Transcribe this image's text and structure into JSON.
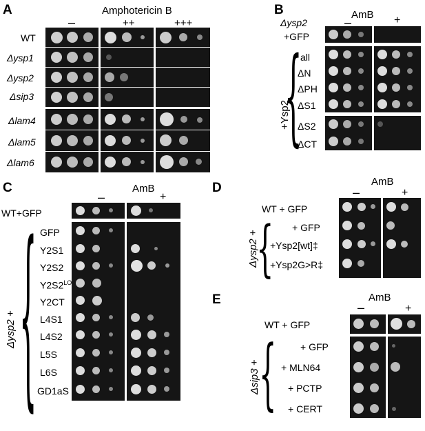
{
  "panels": {
    "A": {
      "label": "A",
      "drug": "Amphotericin B",
      "conditions": [
        "–",
        "++",
        "+++"
      ],
      "strains": [
        "WT",
        "Δysp1",
        "Δysp2",
        "Δsip3",
        "Δlam4",
        "Δlam5",
        "Δlam6"
      ]
    },
    "B": {
      "label": "B",
      "background": "Δysp2",
      "drug": "AmB",
      "conditions": [
        "–",
        "+"
      ],
      "control": "+GFP",
      "group_label": "+Ysp2",
      "strains": [
        "all",
        "ΔN",
        "ΔPH",
        "ΔS1",
        "ΔS2",
        "ΔCT"
      ]
    },
    "C": {
      "label": "C",
      "drug": "AmB",
      "conditions": [
        "–",
        "+"
      ],
      "control": "WT+GFP",
      "group_label": "Δysp2 +",
      "strains": [
        "GFP",
        "Y2S1",
        "Y2S2",
        "Y2S2",
        "Y2CT",
        "L4S1",
        "L4S2",
        "L5S",
        "L6S",
        "GD1aS"
      ],
      "superscript": "LO"
    },
    "D": {
      "label": "D",
      "drug": "AmB",
      "conditions": [
        "–",
        "+"
      ],
      "control": "WT  +  GFP",
      "group_label": "Δysp2 +",
      "strains": [
        "+ GFP",
        "+Ysp2[wt]‡",
        "+Ysp2G>R‡"
      ]
    },
    "E": {
      "label": "E",
      "drug": "AmB",
      "conditions": [
        "–",
        "+"
      ],
      "control": "WT  +  GFP",
      "group_label": "Δsip3 +",
      "strains": [
        "+ GFP",
        "+ MLN64",
        "+ PCTP",
        "+ CERT"
      ]
    }
  }
}
